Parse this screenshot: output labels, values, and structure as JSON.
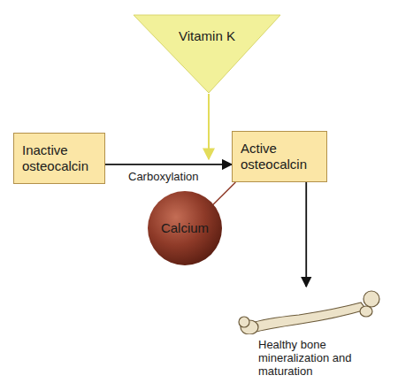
{
  "diagram": {
    "nodes": [
      {
        "text": [
          "Vitamin K"
        ]
      },
      {
        "text": [
          "Inactive osteocalcin"
        ]
      },
      {
        "text": [
          "Active osteocalcin"
        ]
      },
      {
        "text": [
          "Calcium"
        ]
      },
      {
        "text": [
          "Healthy bone mineralization and maturation"
        ]
      }
    ],
    "edges": [
      {
        "from": 1,
        "to": 2,
        "arrow": "to",
        "label": "Carboxylation"
      },
      {
        "from": 3,
        "to": 2,
        "arrow": "none"
      },
      {
        "from": 2,
        "to": 4,
        "arrow": "to"
      }
    ]
  }
}
